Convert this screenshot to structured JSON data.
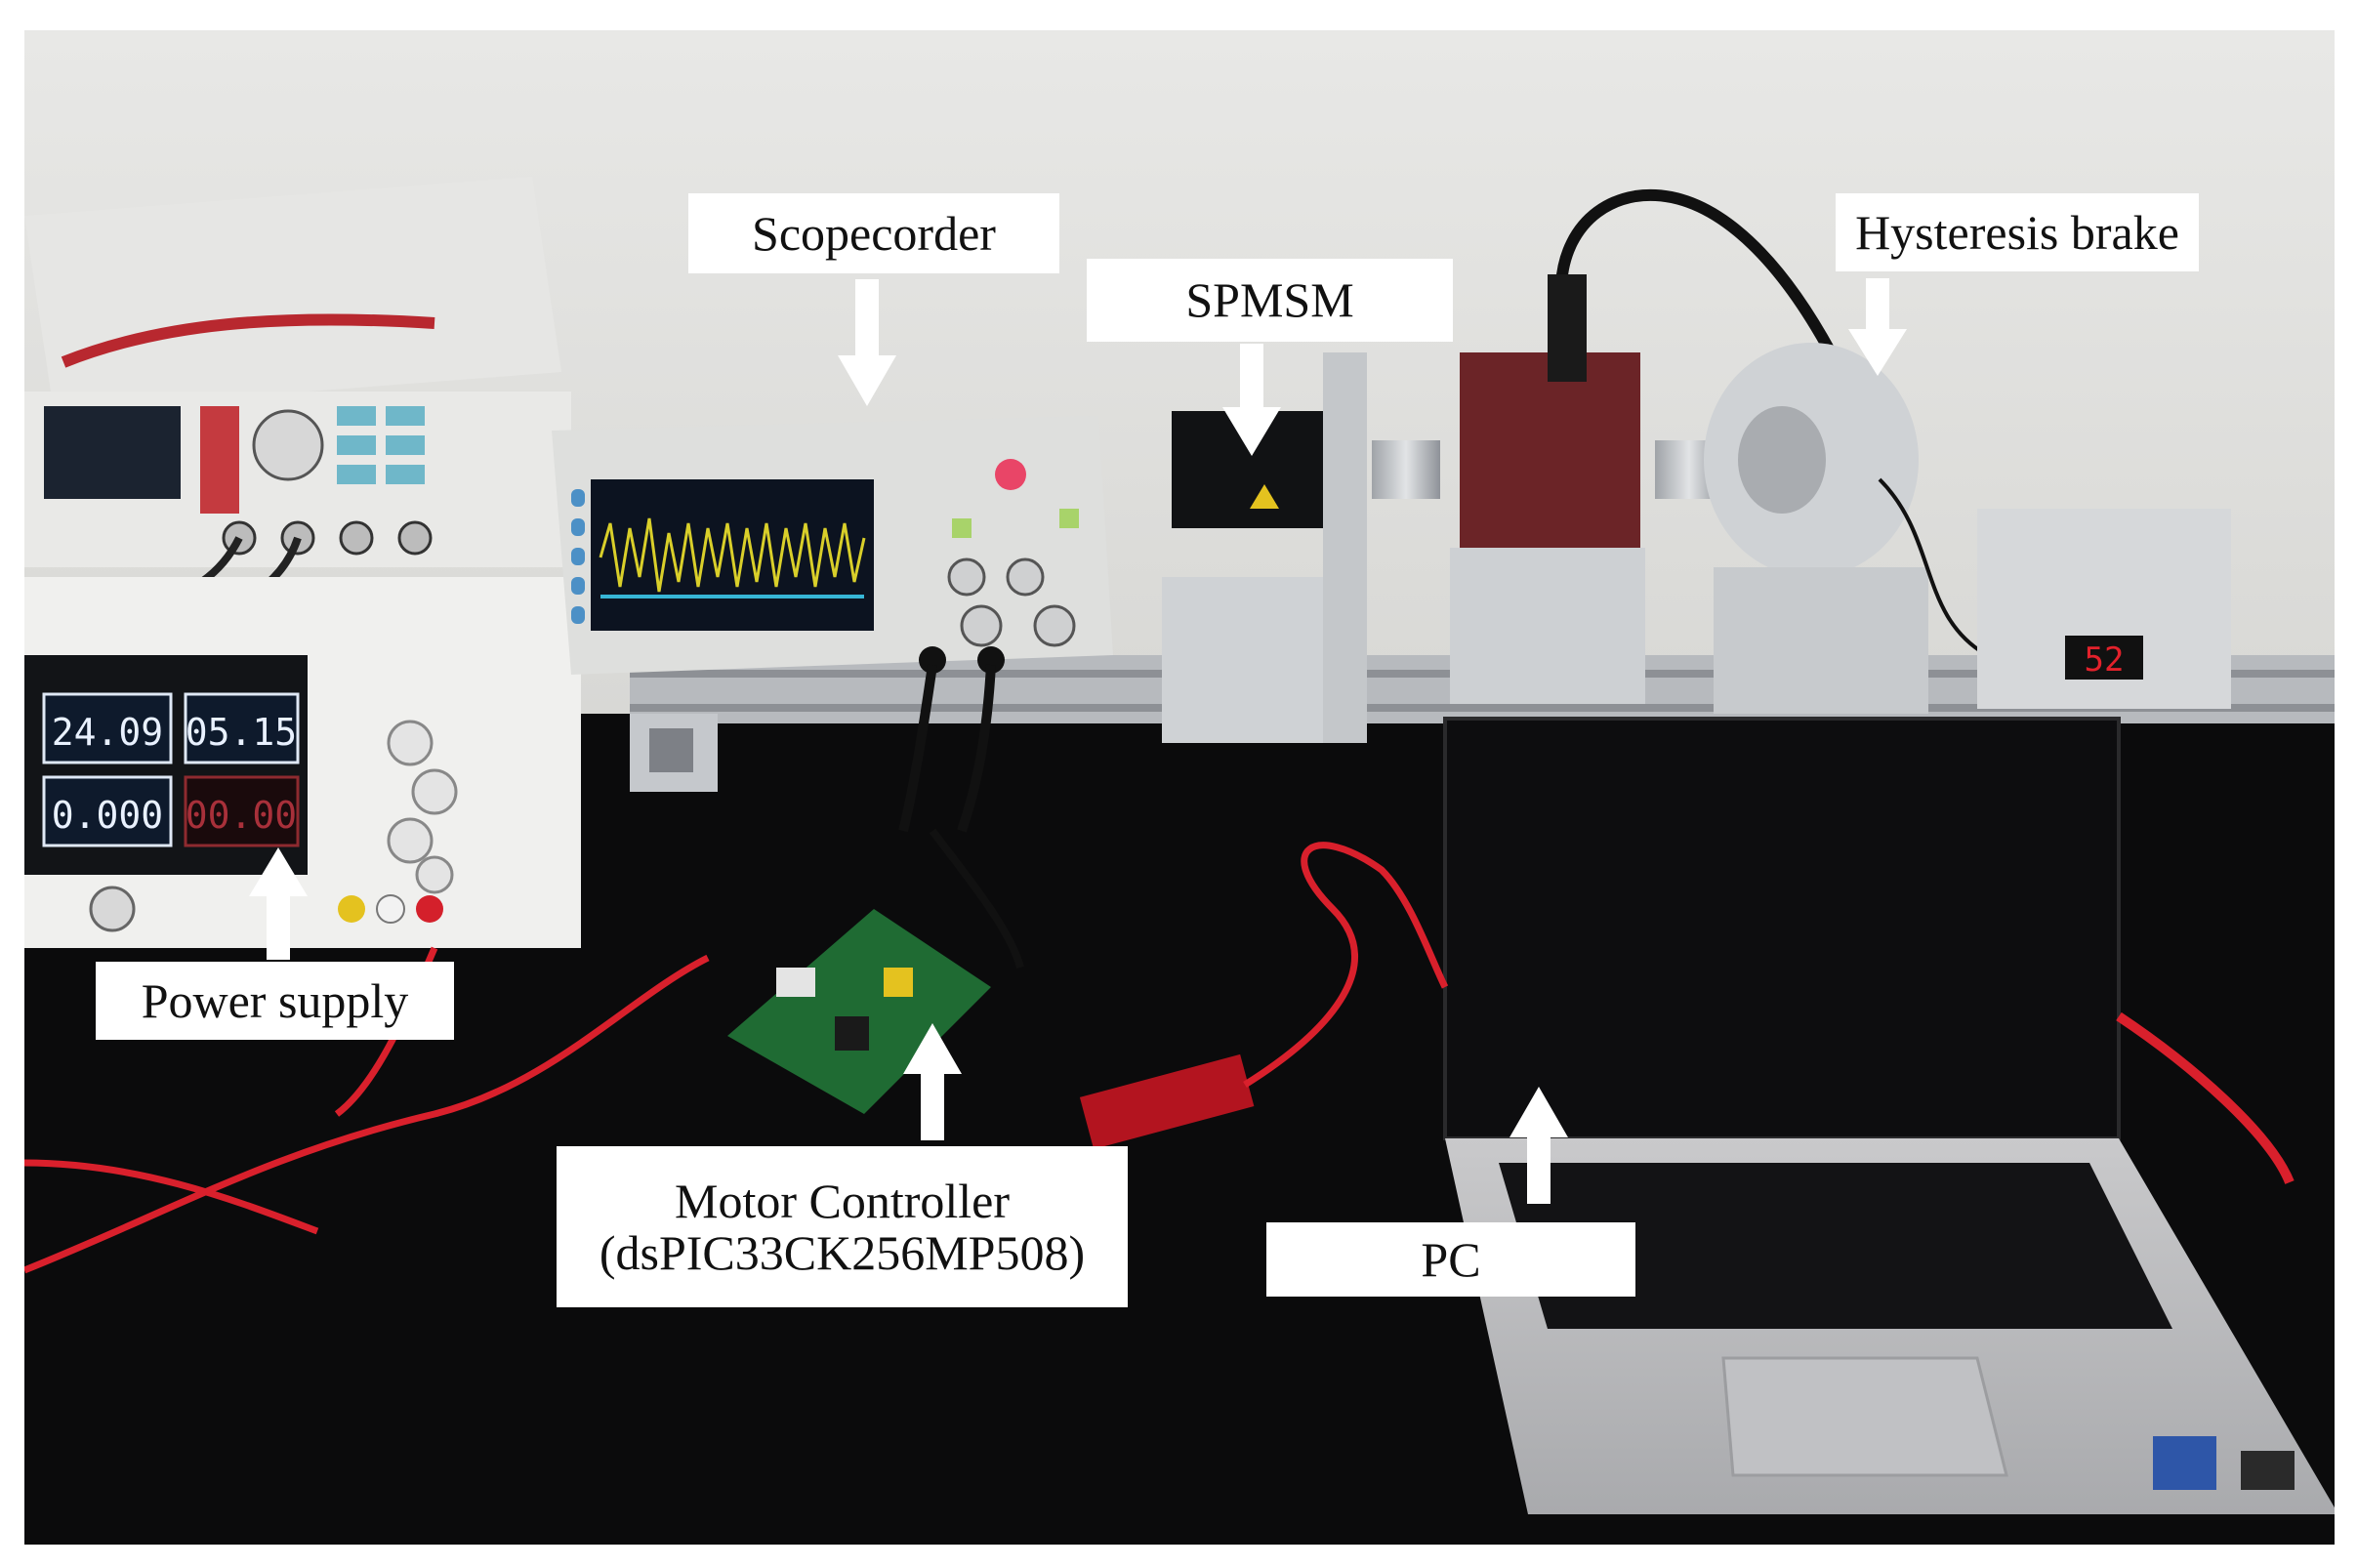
{
  "labels": {
    "scopecorder": "Scopecorder",
    "spmsm": "SPMSM",
    "hysteresis_brake": "Hysteresis brake",
    "power_supply": "Power supply",
    "motor_controller_line1": "Motor Controller",
    "motor_controller_line2": "(dsPIC33CK256MP508)",
    "pc": "PC"
  },
  "displays": {
    "psu_voltage": "24.09",
    "psu_current": "05.15",
    "psu_power": "0.000",
    "psu_extra": "00.00",
    "brake_readout": "52"
  },
  "colors": {
    "wall": "#e4e4e2",
    "table": "#0b0b0c",
    "cable_red": "#d9202c",
    "rail": "#b9bcc0",
    "pcb": "#1f6b33"
  }
}
